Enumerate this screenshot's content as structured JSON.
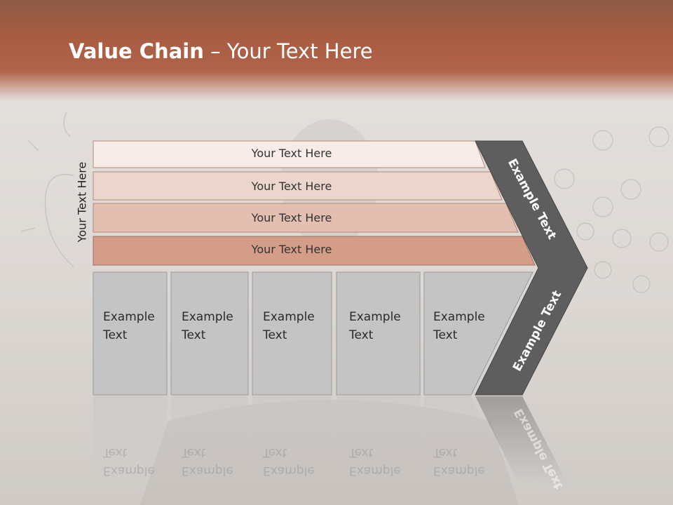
{
  "title": {
    "bold": "Value Chain",
    "rest": " – Your Text Here"
  },
  "side_label": "Your Text Here",
  "bands": [
    {
      "label": "Your Text Here",
      "color": "#f7ece8"
    },
    {
      "label": "Your Text Here",
      "color": "#ecd5cc"
    },
    {
      "label": "Your Text Here",
      "color": "#e2bfb1"
    },
    {
      "label": "Your Text Here",
      "color": "#d49d88"
    }
  ],
  "boxes": [
    {
      "label": "Example\nText"
    },
    {
      "label": "Example\nText"
    },
    {
      "label": "Example\nText"
    },
    {
      "label": "Example\nText"
    },
    {
      "label": "Example\nText"
    }
  ],
  "chevron": {
    "top_label": "Example Text",
    "bottom_label": "Example Text",
    "color": "#5e5e5e"
  },
  "colors": {
    "header": "#a85c41",
    "box_fill": "#c4c4c4",
    "box_border": "#9a9a9a"
  }
}
